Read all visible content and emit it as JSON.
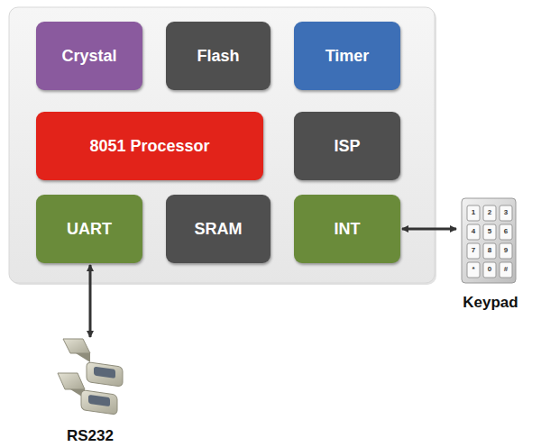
{
  "diagram": {
    "nodes": [
      {
        "text": [
          "Crystal"
        ]
      },
      {
        "text": [
          "Flash"
        ]
      },
      {
        "text": [
          "Timer"
        ]
      },
      {
        "text": [
          "8051 Processor"
        ]
      },
      {
        "text": [
          "ISP"
        ]
      },
      {
        "text": [
          "UART"
        ]
      },
      {
        "text": [
          "SRAM"
        ]
      },
      {
        "text": [
          "INT"
        ]
      },
      {
        "text": [
          "RS232"
        ]
      },
      {
        "text": [
          "Keypad"
        ]
      }
    ],
    "edges": [
      {
        "from": 5,
        "to": 8,
        "arrow": "both"
      },
      {
        "from": 7,
        "to": 9,
        "arrow": "both"
      }
    ],
    "labels": [
      "1",
      "2",
      "3",
      "4",
      "5",
      "6",
      "7",
      "8",
      "9",
      "*",
      "0",
      "#"
    ]
  }
}
